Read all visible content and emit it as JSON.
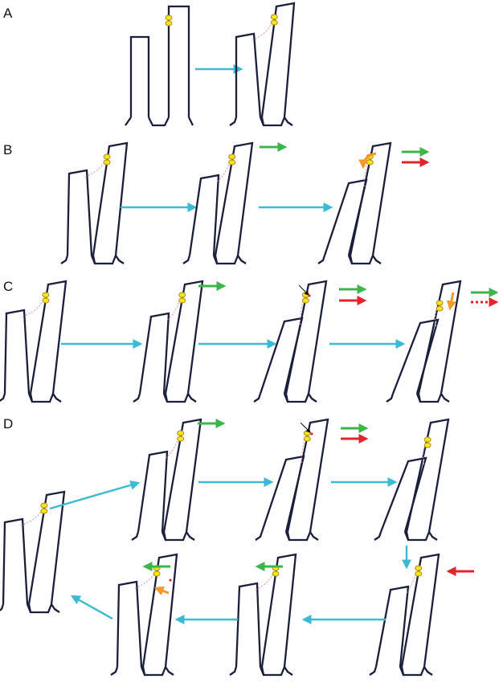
{
  "panels": [
    {
      "label": "A"
    },
    {
      "label": "B"
    },
    {
      "label": "C"
    },
    {
      "label": "D"
    }
  ],
  "colors": {
    "outline": "#1a1f3a",
    "transition_arrow": "#3bbad3",
    "green_arrow": "#3db54a",
    "red_arrow": "#e1262b",
    "orange_arrow": "#f39a2b",
    "link_yellow": "#f6e51c",
    "link_outline": "#b08a1a",
    "tether_pink": "#f28aa0",
    "pointer_black": "#111111"
  },
  "icons": {
    "stereocilia": "stereocilia-pair-icon",
    "tip_link": "tip-link-icon",
    "transition": "transition-arrow-icon",
    "force_arrow": "force-arrow-icon"
  }
}
